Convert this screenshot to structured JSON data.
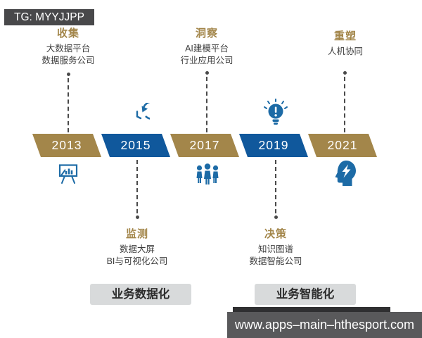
{
  "badge": {
    "text": "TG: MYYJJPP"
  },
  "colors": {
    "gold": "#a3864a",
    "blue": "#10589c",
    "icon_blue": "#1d6ba6",
    "text": "#3d3d3d",
    "connector": "#4a4a4a",
    "tag_bg": "#d8dadb",
    "site_bar_bg": "#59595b",
    "badge_bg": "#48484a"
  },
  "timeline": {
    "years": [
      {
        "label": "2013",
        "color": "gold"
      },
      {
        "label": "2015",
        "color": "blue"
      },
      {
        "label": "2017",
        "color": "gold"
      },
      {
        "label": "2019",
        "color": "blue"
      },
      {
        "label": "2021",
        "color": "gold"
      }
    ]
  },
  "top_labels": [
    {
      "title": "收集",
      "line1": "大数据平台",
      "line2": "数据服务公司"
    },
    {
      "title": "洞察",
      "line1": "AI建模平台",
      "line2": "行业应用公司"
    },
    {
      "title": "重塑",
      "line1": "人机协同",
      "line2": ""
    }
  ],
  "bottom_labels": [
    {
      "title": "监测",
      "line1": "数据大屏",
      "line2": "BI与可视化公司"
    },
    {
      "title": "决策",
      "line1": "知识图谱",
      "line2": "数据智能公司"
    }
  ],
  "icons": {
    "above_2015": "history-clock-icon",
    "above_2019": "idea-alert-icon",
    "below_2013": "presentation-chart-icon",
    "below_2017": "team-icon",
    "below_2021": "head-lightning-icon"
  },
  "phase_tags": [
    {
      "text": "业务数据化"
    },
    {
      "text": "业务智能化"
    }
  ],
  "site_bar": {
    "text": "www.apps–main–hthesport.com"
  }
}
